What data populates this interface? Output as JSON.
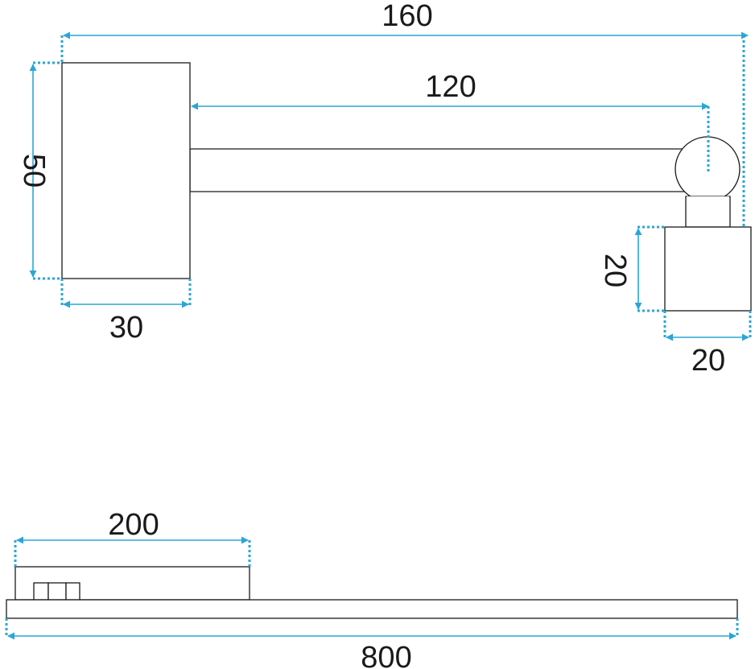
{
  "colors": {
    "dimension": "#2aa6d6",
    "outline": "#1a1a1a",
    "background": "#ffffff"
  },
  "top_view": {
    "dimensions": {
      "overall_length": "160",
      "arm_length": "120",
      "base_height": "50",
      "base_width": "30",
      "head_height": "20",
      "head_width": "20"
    }
  },
  "side_view": {
    "dimensions": {
      "mount_length": "200",
      "fixture_length": "800"
    }
  }
}
